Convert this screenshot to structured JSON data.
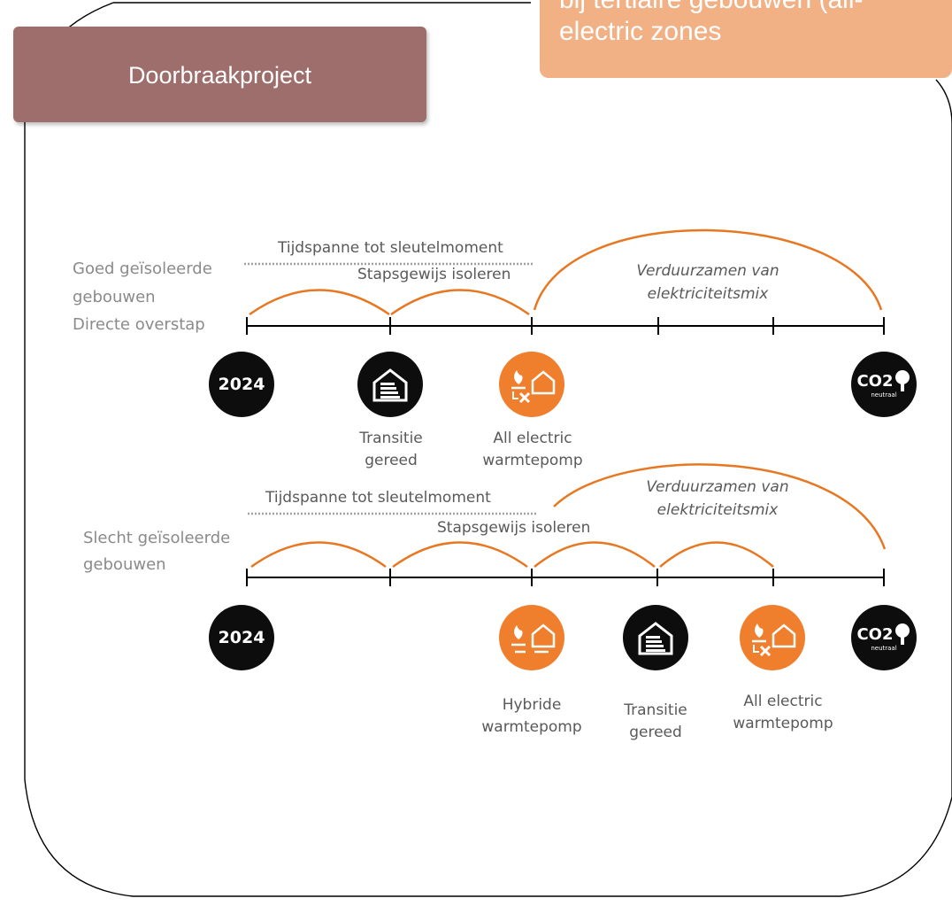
{
  "header": {
    "title": "Doorbraakproject"
  },
  "orange_note": {
    "text": "bij tertiaire gebouwen (all-electric zones"
  },
  "timeline_top": {
    "row_label_1": "Goed geïsoleerde",
    "row_label_2": "gebouwen",
    "row_label_3": "Directe overstap",
    "span_label": "Tijdspanne tot sleutelmoment",
    "step_label": "Stapsgewijs isoleren",
    "green_label_1": "Verduurzamen van",
    "green_label_2": "elektriciteitsmix",
    "start_year": "2024",
    "milestone_1_line1": "Transitie",
    "milestone_1_line2": "gereed",
    "milestone_2_line1": "All electric",
    "milestone_2_line2": "warmtepomp"
  },
  "timeline_bottom": {
    "row_label_1": "Slecht geïsoleerde",
    "row_label_2": "gebouwen",
    "span_label": "Tijdspanne tot sleutelmoment",
    "step_label": "Stapsgewijs isoleren",
    "green_label_1": "Verduurzamen van",
    "green_label_2": "elektriciteitsmix",
    "start_year": "2024",
    "milestone_1_line1": "Hybride",
    "milestone_1_line2": "warmtepomp",
    "milestone_2_line1": "Transitie",
    "milestone_2_line2": "gereed",
    "milestone_3_line1": "All electric",
    "milestone_3_line2": "warmtepomp"
  },
  "end_icon": {
    "main": "CO2",
    "sub": "neutraal"
  },
  "icons": {
    "year": "year-badge-icon",
    "transition": "insulated-house-icon",
    "all_electric": "all-electric-heatpump-icon",
    "hybrid": "hybrid-heatpump-icon",
    "co2": "co2-neutral-icon"
  },
  "colors": {
    "header_bg": "#9E6E6C",
    "orange_note_bg": "#F2B085",
    "arc": "#E87722",
    "icon_orange": "#F07F2D",
    "icon_black": "#0D0D0D"
  }
}
